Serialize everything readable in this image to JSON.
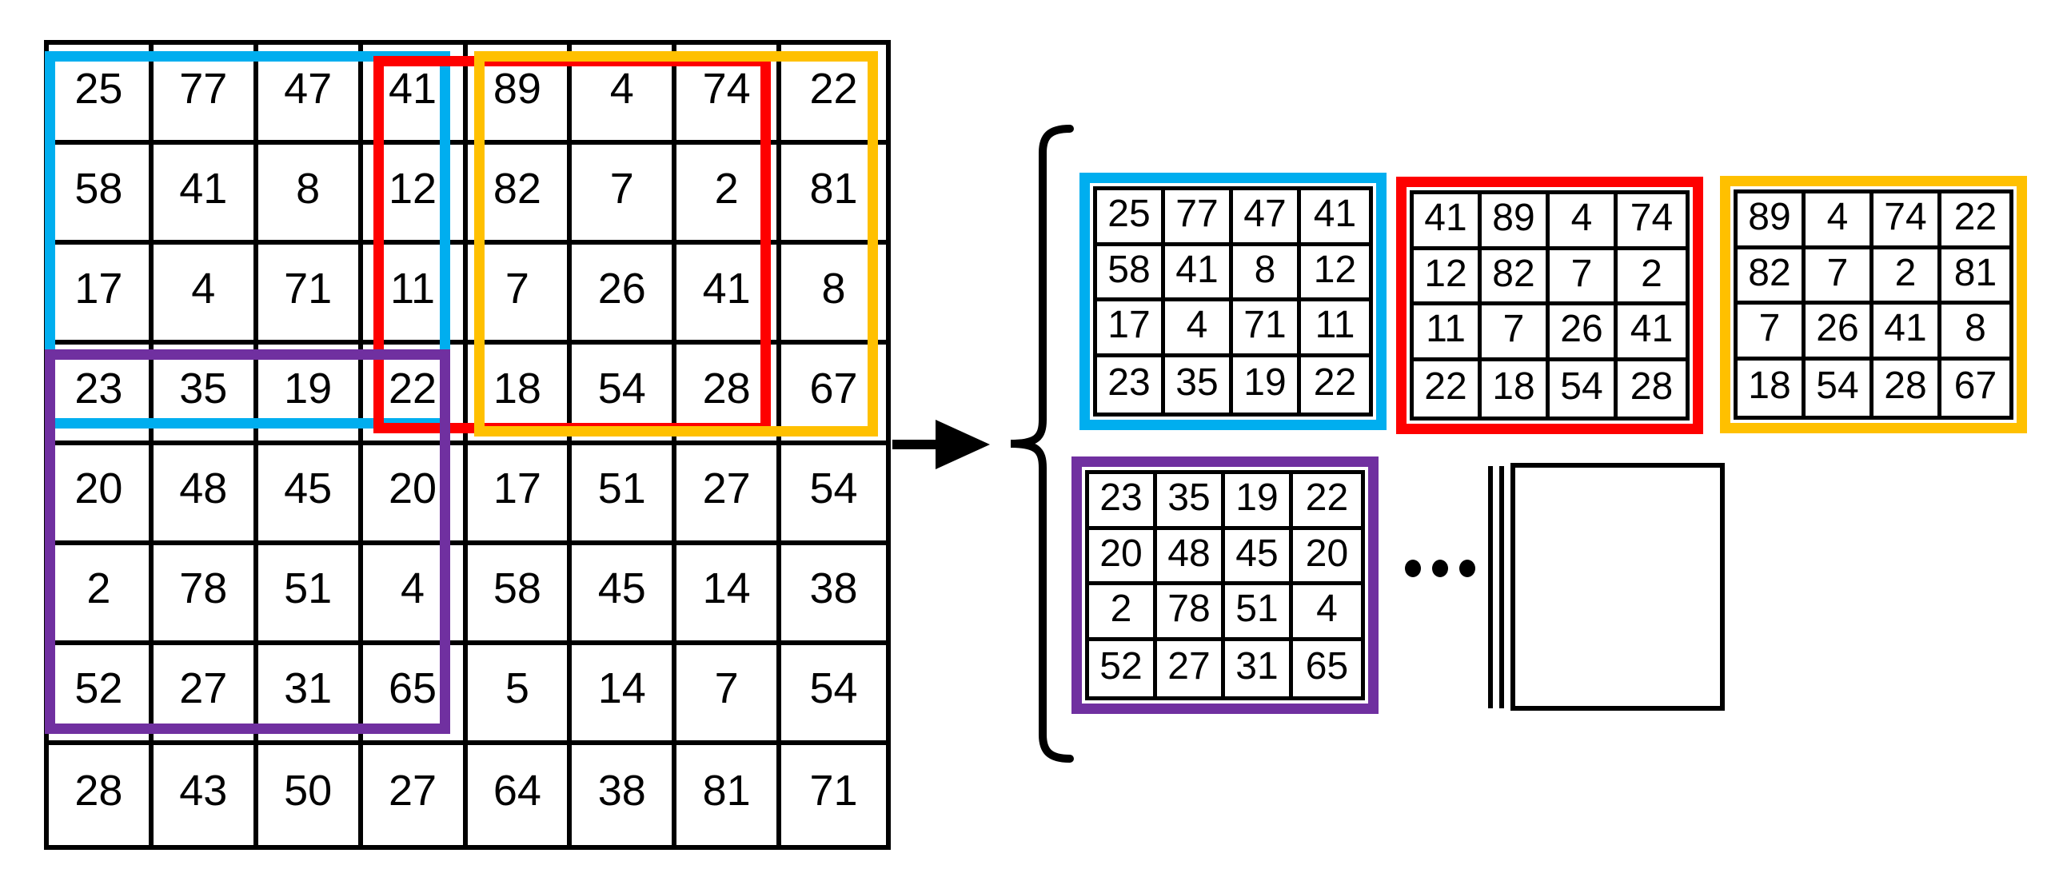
{
  "figure": {
    "type": "sliding-window patch extraction diagram",
    "background": "#ffffff",
    "line_color": "#000000"
  },
  "matrix": {
    "rows": [
      [
        25,
        77,
        47,
        41,
        89,
        4,
        74,
        22
      ],
      [
        58,
        41,
        8,
        12,
        82,
        7,
        2,
        81
      ],
      [
        17,
        4,
        71,
        11,
        7,
        26,
        41,
        8
      ],
      [
        23,
        35,
        19,
        22,
        18,
        54,
        28,
        67
      ],
      [
        20,
        48,
        45,
        20,
        17,
        51,
        27,
        54
      ],
      [
        2,
        78,
        51,
        4,
        58,
        45,
        14,
        38
      ],
      [
        52,
        27,
        31,
        65,
        5,
        14,
        7,
        54
      ],
      [
        28,
        43,
        50,
        27,
        64,
        38,
        81,
        71
      ]
    ]
  },
  "windows": [
    {
      "id": "cyan",
      "color": "#00AEEF",
      "rows": "1-4",
      "cols": "1-4"
    },
    {
      "id": "red",
      "color": "#FE0000",
      "rows": "1-4",
      "cols": "4-7"
    },
    {
      "id": "orange",
      "color": "#FFC000",
      "rows": "1-4",
      "cols": "5-8"
    },
    {
      "id": "purple",
      "color": "#7030A0",
      "rows": "4-7",
      "cols": "1-4"
    }
  ],
  "patches": {
    "cyan": {
      "color": "#00AEEF",
      "rows": [
        [
          25,
          77,
          47,
          41
        ],
        [
          58,
          41,
          8,
          12
        ],
        [
          17,
          4,
          71,
          11
        ],
        [
          23,
          35,
          19,
          22
        ]
      ]
    },
    "red": {
      "color": "#FE0000",
      "rows": [
        [
          41,
          89,
          4,
          74
        ],
        [
          12,
          82,
          7,
          2
        ],
        [
          11,
          7,
          26,
          41
        ],
        [
          22,
          18,
          54,
          28
        ]
      ]
    },
    "orange": {
      "color": "#FFC000",
      "rows": [
        [
          89,
          4,
          74,
          22
        ],
        [
          82,
          7,
          2,
          81
        ],
        [
          7,
          26,
          41,
          8
        ],
        [
          18,
          54,
          28,
          67
        ]
      ]
    },
    "purple": {
      "color": "#7030A0",
      "rows": [
        [
          23,
          35,
          19,
          22
        ],
        [
          20,
          48,
          45,
          20
        ],
        [
          2,
          78,
          51,
          4
        ],
        [
          52,
          27,
          31,
          65
        ]
      ]
    }
  },
  "icons": {
    "arrow": "right-arrow",
    "brace": "left-curly-brace",
    "ellipsis": "three-dots",
    "stack": "empty-patch-stack"
  }
}
